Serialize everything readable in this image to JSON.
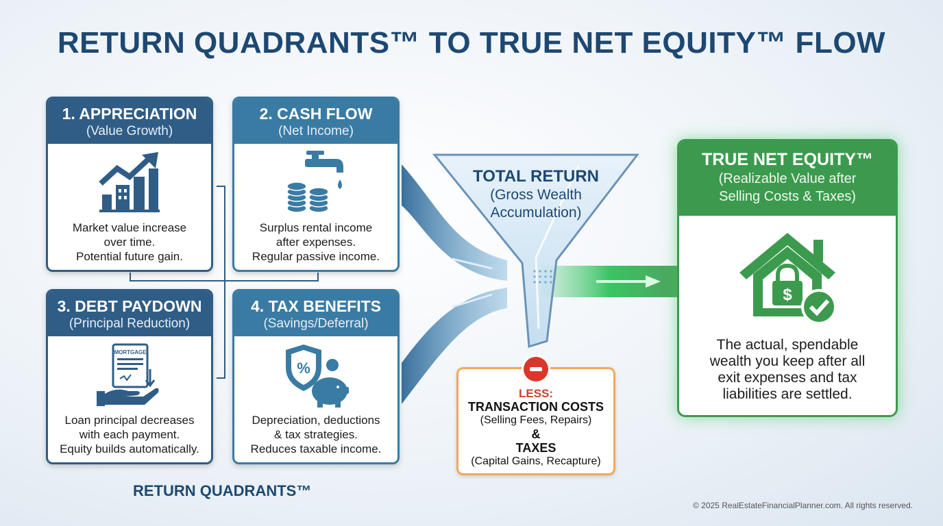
{
  "title": "RETURN QUADRANTS™ TO TRUE NET EQUITY™ FLOW",
  "quadrants": [
    {
      "title": "1. APPRECIATION",
      "subtitle": "(Value Growth)",
      "icon": "chart-growth-icon",
      "lines": [
        "Market value increase",
        "over time.",
        "Potential future gain."
      ]
    },
    {
      "title": "2. CASH FLOW",
      "subtitle": "(Net Income)",
      "icon": "faucet-coins-icon",
      "lines": [
        "Surplus rental income",
        "after expenses.",
        "Regular passive income."
      ]
    },
    {
      "title": "3. DEBT PAYDOWN",
      "subtitle": "(Principal Reduction)",
      "icon": "mortgage-hand-icon",
      "icon_text": "MORTGAGE",
      "lines": [
        "Loan principal decreases",
        "with each payment.",
        "Equity builds automatically."
      ]
    },
    {
      "title": "4. TAX BENEFITS",
      "subtitle": "(Savings/Deferral)",
      "icon": "shield-piggybank-icon",
      "icon_text": "%",
      "lines": [
        "Depreciation, deductions",
        "& tax strategies.",
        "Reduces taxable income."
      ]
    }
  ],
  "quadrants_label": "RETURN QUADRANTS™",
  "funnel": {
    "title": "TOTAL RETURN",
    "lines": [
      "(Gross Wealth",
      "Accumulation)"
    ]
  },
  "less": {
    "label": "LESS:",
    "item1": "TRANSACTION COSTS",
    "item1_detail": "(Selling Fees, Repairs)",
    "connector": "&",
    "item2": "TAXES",
    "item2_detail": "(Capital Gains, Recapture)"
  },
  "equity": {
    "title": "TRUE NET EQUITY™",
    "subtitle_lines": [
      "(Realizable Value after",
      "Selling Costs & Taxes)"
    ],
    "icon": "house-lock-check-icon",
    "icon_text": "$",
    "lines": [
      "The actual, spendable",
      "wealth you keep after all",
      "exit expenses and tax",
      "liabilities are settled."
    ]
  },
  "copyright": "© 2025 RealEstateFinancialPlanner.com. All rights reserved.",
  "colors": {
    "navy": "#2f5d86",
    "teal": "#3a7ba3",
    "green": "#3c9a4e",
    "orange": "#f2a95a",
    "red": "#d9372c",
    "title": "#1d4872"
  }
}
